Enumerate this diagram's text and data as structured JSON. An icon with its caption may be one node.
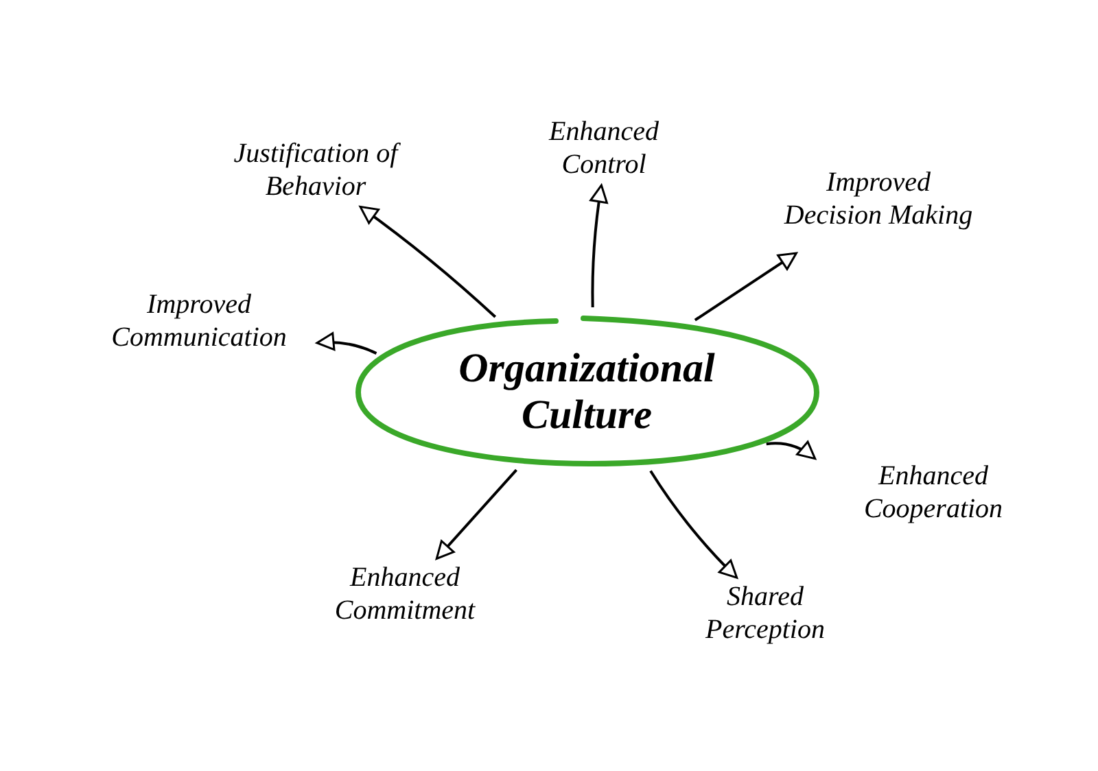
{
  "diagram": {
    "nodes": [
      {
        "text": [
          "Organizational Culture"
        ]
      },
      {
        "text": [
          "Justification of Behavior"
        ]
      },
      {
        "text": [
          "Enhanced Control"
        ]
      },
      {
        "text": [
          "Improved Decision Making"
        ]
      },
      {
        "text": [
          "Improved Communication"
        ]
      },
      {
        "text": [
          "Enhanced Cooperation"
        ]
      },
      {
        "text": [
          "Enhanced Commitment"
        ]
      },
      {
        "text": [
          "Shared Perception"
        ]
      }
    ],
    "edges": [
      {
        "from": 0,
        "to": 1,
        "arrow": "to"
      },
      {
        "from": 0,
        "to": 2,
        "arrow": "to"
      },
      {
        "from": 0,
        "to": 3,
        "arrow": "to"
      },
      {
        "from": 0,
        "to": 4,
        "arrow": "to"
      },
      {
        "from": 0,
        "to": 5,
        "arrow": "to"
      },
      {
        "from": 0,
        "to": 6,
        "arrow": "to"
      },
      {
        "from": 0,
        "to": 7,
        "arrow": "to"
      }
    ]
  }
}
